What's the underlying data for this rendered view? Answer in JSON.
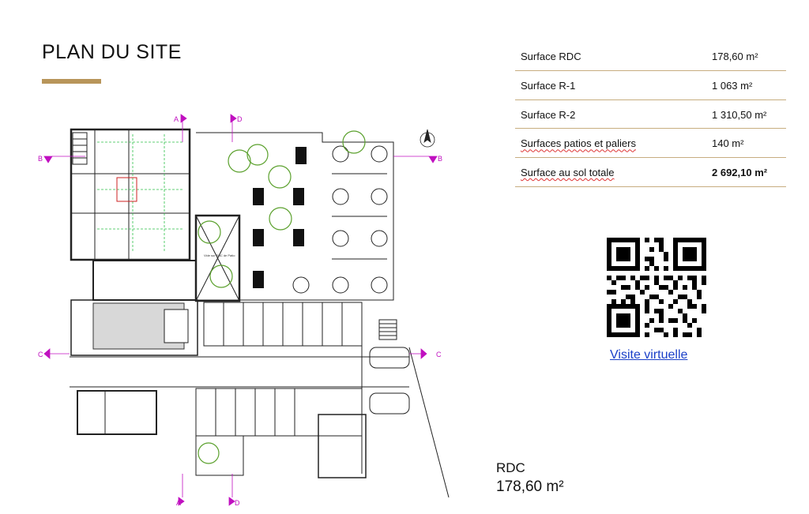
{
  "header": {
    "title": "PLAN DU SITE"
  },
  "surfaces": [
    {
      "label": "Surface RDC",
      "value": "178,60 m²"
    },
    {
      "label": "Surface R-1",
      "value": "1 063 m²"
    },
    {
      "label": "Surface R-2",
      "value": "1 310,50 m²"
    },
    {
      "label": "Surfaces patios et paliers",
      "value": "140 m²"
    },
    {
      "label": "Surface au sol totale",
      "value": "2 692,10 m²"
    }
  ],
  "plan": {
    "section_markers": [
      "A",
      "A",
      "B",
      "B",
      "C",
      "C",
      "D",
      "D"
    ],
    "caption": "Vide sur RdC de Patio"
  },
  "virtual_tour": {
    "link_label": "Visite virtuelle"
  },
  "level": {
    "name": "RDC",
    "area": "178,60 m²"
  },
  "colors": {
    "accent": "#b8955a",
    "link": "#1a3fc8"
  }
}
